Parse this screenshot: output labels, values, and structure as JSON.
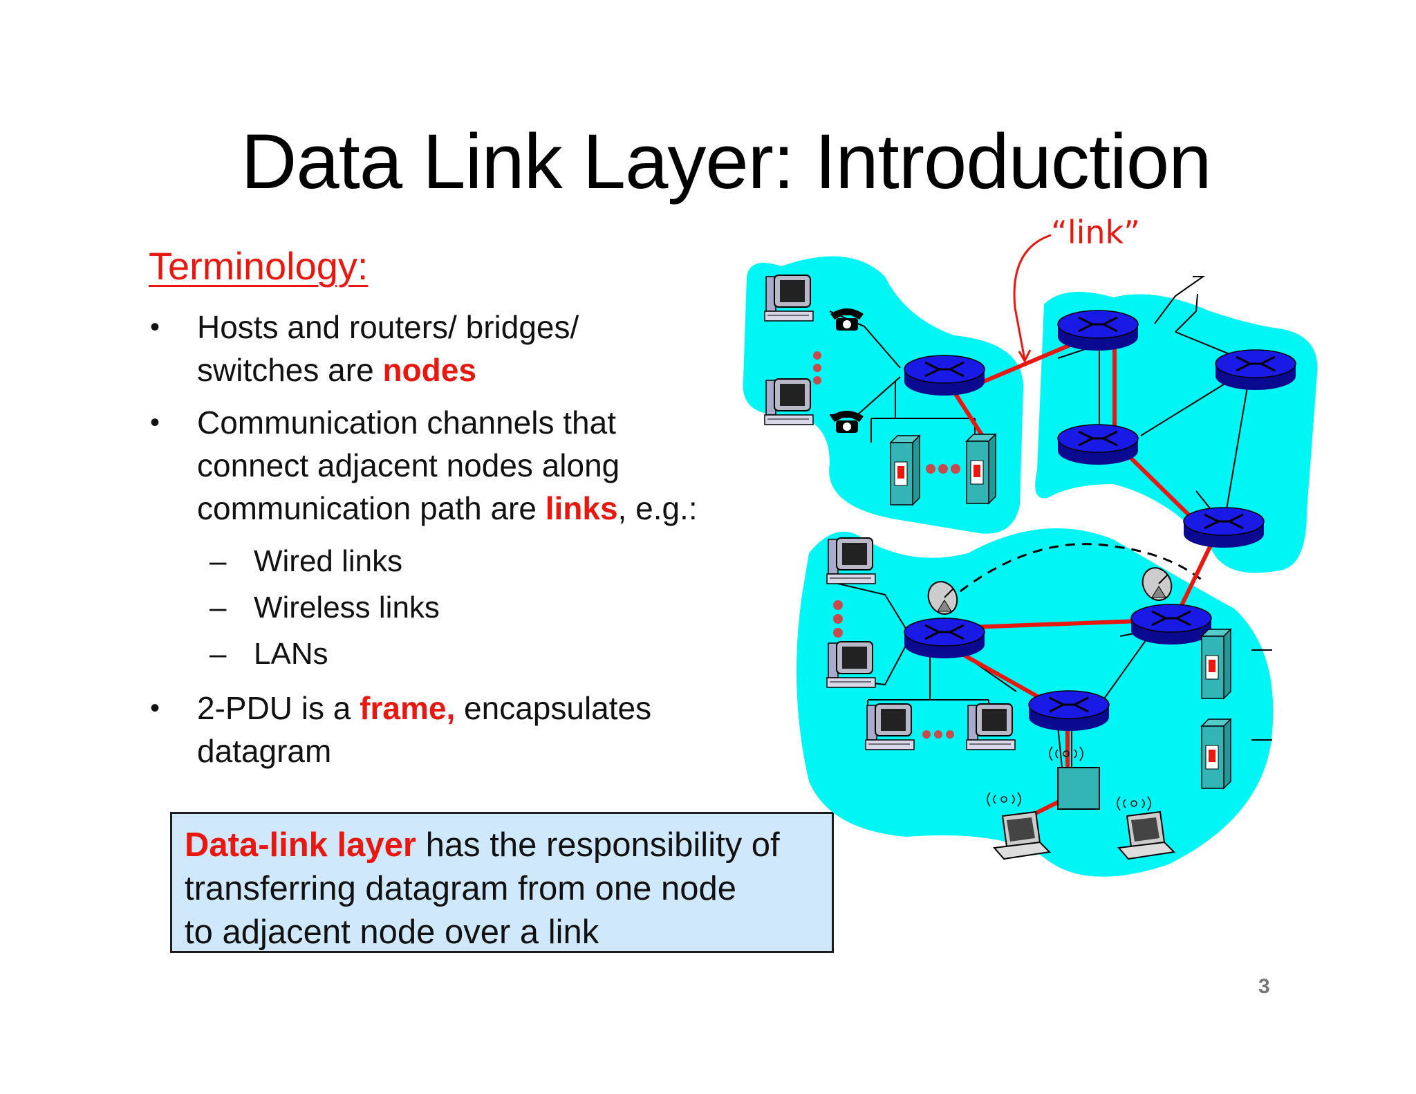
{
  "slide": {
    "title": "Data Link Layer: Introduction",
    "section_heading": "Terminology:",
    "bullets": [
      {
        "line1": "Hosts and routers/ bridges/",
        "line2_prefix": "switches are ",
        "line2_emph": "nodes"
      },
      {
        "line1": "Communication channels that",
        "line2": "connect adjacent nodes along",
        "line3_prefix": "communication path are ",
        "line3_emph": "links",
        "line3_suffix": ", e.g.:"
      },
      {
        "line1_prefix": "2-PDU is a ",
        "line1_emph": "frame,",
        "line1_suffix": " encapsulates",
        "line2": "datagram"
      }
    ],
    "bullet_glyph": "•",
    "dash_glyph": "–",
    "sub_items": [
      "Wired links",
      "Wireless links",
      "LANs"
    ],
    "callout": {
      "emph": "Data-link layer",
      "rest_line1": " has the  responsibility of",
      "line2": "transferring datagram from one node",
      "line3": "to adjacent node over a link"
    },
    "page_number": "3"
  },
  "diagram": {
    "link_label": "“link”",
    "colors": {
      "network_fill": "#00f5f5",
      "router": "#1a1ae6",
      "router_dark": "#0a0a90",
      "link_highlight": "#e8170f",
      "ellipsis_dots": "#c84a4a",
      "server": "#33b5b5",
      "text_red": "#e8170f"
    }
  }
}
